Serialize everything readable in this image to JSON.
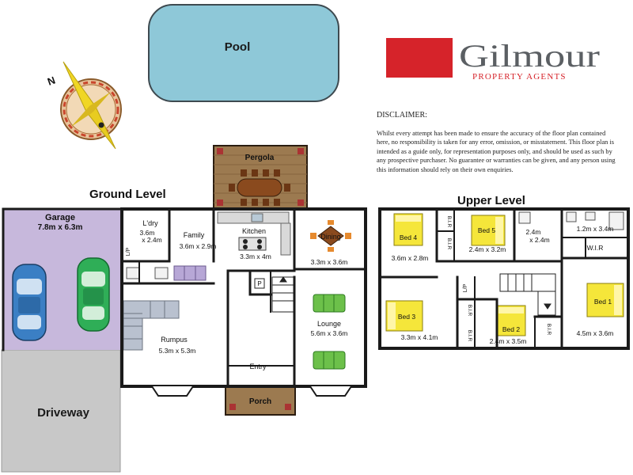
{
  "logo": {
    "name": "Gilmour",
    "tagline": "PROPERTY AGENTS",
    "brand_color": "#d6232a"
  },
  "compass": {
    "north_label": "N"
  },
  "outdoor": {
    "pool": "Pool",
    "pergola": "Pergola",
    "driveway": "Driveway",
    "porch": "Porch"
  },
  "levels": {
    "ground": "Ground Level",
    "upper": "Upper Level"
  },
  "disclaimer": {
    "title": "DISCLAIMER:",
    "body": "Whilst every attempt has been made to ensure the accuracy of the floor plan contained here, no responsibility is taken for any error, omission, or misstatement. This floor plan is intended as a guide only, for representation purposes only, and should be used as such by any prospective purchaser. No guarantee or warranties can be given, and any person using this information should rely on their own enquiries."
  },
  "ground_rooms": {
    "garage": {
      "name": "Garage",
      "size": "7.8m x 6.3m"
    },
    "laundry": {
      "name": "L'dry",
      "size_w": "3.6m",
      "size_h": "x 2.4m"
    },
    "family": {
      "name": "Family",
      "size": "3.6m x 2.9m"
    },
    "kitchen": {
      "name": "Kitchen",
      "size": "3.3m x 4m"
    },
    "dining": {
      "name": "Dining",
      "size": "3.3m x 3.6m"
    },
    "rumpus": {
      "name": "Rumpus",
      "size": "5.3m x 5.3m"
    },
    "lounge": {
      "name": "Lounge",
      "size": "5.6m x 3.6m"
    },
    "entry": {
      "name": "Entry"
    },
    "pantry": "P",
    "linen": "L/P"
  },
  "upper_rooms": {
    "bed4": {
      "name": "Bed 4",
      "size": "3.6m x 2.8m"
    },
    "bed5": {
      "name": "Bed 5",
      "size": "2.4m x 3.2m"
    },
    "bath": {
      "size_w": "2.4m",
      "size_h": "x 2.4m"
    },
    "ensuite": {
      "size": "1.2m x 3.4m"
    },
    "wir": "W.I.R",
    "bed3": {
      "name": "Bed 3",
      "size": "3.3m x 4.1m"
    },
    "bed2": {
      "name": "Bed 2",
      "size": "2.4m x 3.5m"
    },
    "bed1": {
      "name": "Bed 1",
      "size": "4.5m x 3.6m"
    },
    "bir": "B.I.R",
    "linen": "L/P"
  },
  "colors": {
    "pool": "#8ec8d8",
    "garage": "#c7b8dc",
    "driveway": "#c8c8c8",
    "deck": "#9c7a50",
    "bed": "#f5e63a",
    "sofa": "#6cc04a",
    "table": "#8a4a1e",
    "rumpus_sofa": "#b9c1cf",
    "family_sofa": "#b7a7d6",
    "wall": "#1a1a1a"
  }
}
